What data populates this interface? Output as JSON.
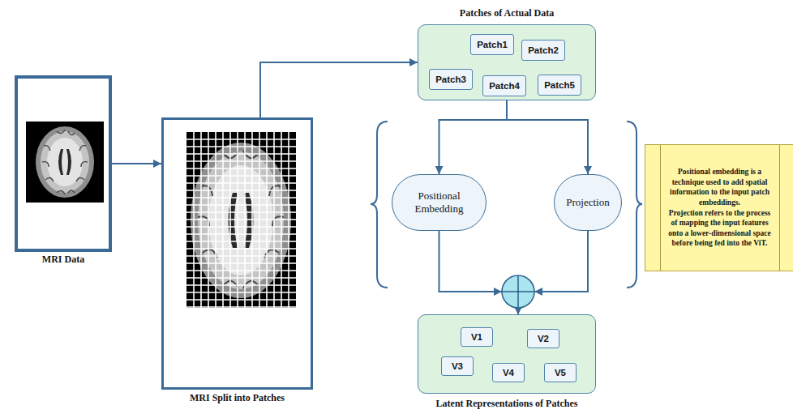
{
  "diagram": {
    "nodes": [
      {
        "text": [
          "MRI Data"
        ]
      },
      {
        "text": [
          "MRI Split into Patches"
        ]
      },
      {
        "text": [
          "Patches of Actual Data"
        ]
      },
      {
        "text": [
          "Patch1"
        ],
        "in": 2
      },
      {
        "text": [
          "Patch2"
        ],
        "in": 2
      },
      {
        "text": [
          "Patch3"
        ],
        "in": 2
      },
      {
        "text": [
          "Patch4"
        ],
        "in": 2
      },
      {
        "text": [
          "Patch5"
        ],
        "in": 2
      },
      {
        "text": [
          "Positional Embedding"
        ]
      },
      {
        "text": [
          "Projection"
        ]
      },
      {
        "text": [
          "Positional embedding is a technique used to add spatial information to the input patch embeddings.",
          "Projection refers to the process of mapping the input features onto a lower-dimensional space before being fed into the ViT."
        ]
      },
      {
        "text": [
          "Latent Representations of Patches"
        ]
      },
      {
        "text": [
          "V1"
        ],
        "in": 11
      },
      {
        "text": [
          "V2"
        ],
        "in": 11
      },
      {
        "text": [
          "V3"
        ],
        "in": 11
      },
      {
        "text": [
          "V4"
        ],
        "in": 11
      },
      {
        "text": [
          "V5"
        ],
        "in": 11
      }
    ],
    "edges": [
      {
        "from": 0,
        "to": 1,
        "arrow": "to"
      },
      {
        "from": 1,
        "to": 2,
        "arrow": "to"
      },
      {
        "from": 2,
        "to": 8,
        "arrow": "to"
      },
      {
        "from": 2,
        "to": 9,
        "arrow": "to"
      },
      {
        "from": 8,
        "to": 11,
        "arrow": "to"
      },
      {
        "from": 9,
        "to": 11,
        "arrow": "to"
      }
    ]
  }
}
